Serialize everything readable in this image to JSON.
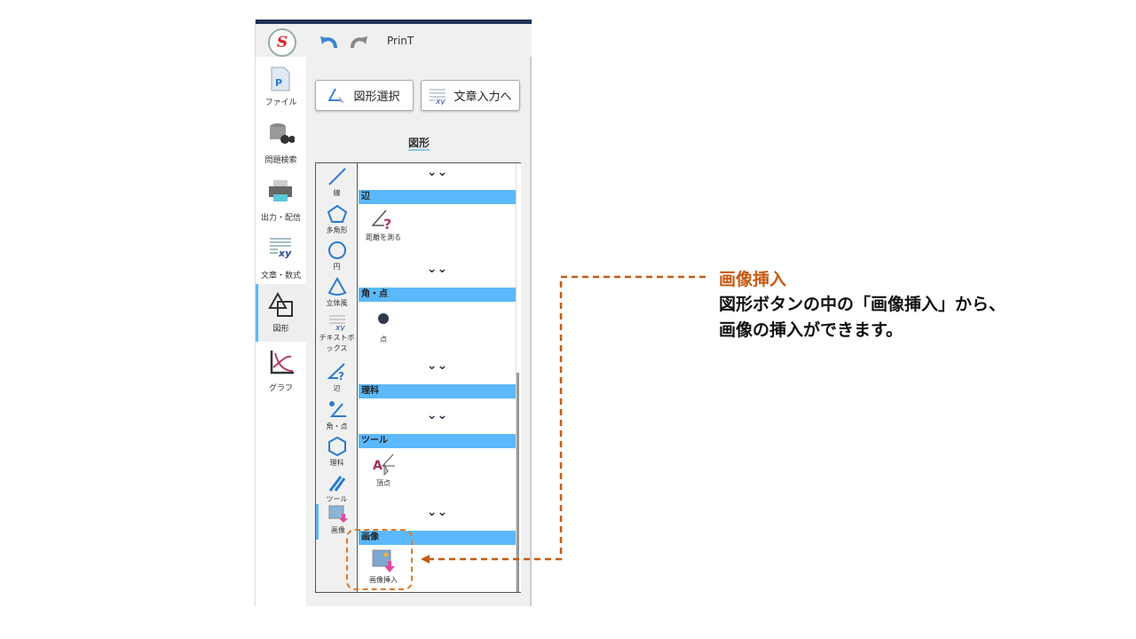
{
  "app": {
    "title": "PrinT",
    "logo": "S",
    "undo_icon": "undo-icon",
    "redo_icon": "redo-icon"
  },
  "nav": {
    "items": [
      {
        "label": "ファイル",
        "icon": "file-icon"
      },
      {
        "label": "問題検索",
        "icon": "database-search-icon"
      },
      {
        "label": "出力・配信",
        "icon": "printer-icon"
      },
      {
        "label": "文章・数式",
        "icon": "text-xy-icon"
      },
      {
        "label": "図形",
        "icon": "shapes-icon",
        "selected": true
      },
      {
        "label": "グラフ",
        "icon": "graph-icon"
      }
    ]
  },
  "toolbar": {
    "select_shape": "図形選択",
    "to_text": "文章入力へ"
  },
  "section_title": "図形",
  "palette": {
    "categories": [
      {
        "label": "線"
      },
      {
        "label": "多角形"
      },
      {
        "label": "円"
      },
      {
        "label": "立体風"
      },
      {
        "label": "テキストボックス"
      },
      {
        "label": "辺"
      },
      {
        "label": "角・点"
      },
      {
        "label": "理科"
      },
      {
        "label": "ツール"
      },
      {
        "label": "画像",
        "selected": true
      }
    ],
    "sections": [
      {
        "header": "辺",
        "items": [
          "距離を測る"
        ]
      },
      {
        "header": "角・点",
        "items": [
          "点"
        ]
      },
      {
        "header": "理科",
        "items": []
      },
      {
        "header": "ツール",
        "items": [
          "頂点"
        ]
      },
      {
        "header": "画像",
        "items": [
          "画像挿入"
        ]
      }
    ]
  },
  "callout": {
    "title": "画像挿入",
    "line1": "図形ボタンの中の「画像挿入」から、",
    "line2": "画像の挿入ができます。"
  },
  "colors": {
    "accent": "#5bb8fb",
    "callout": "#c55a11",
    "topbar": "#1f3354"
  }
}
